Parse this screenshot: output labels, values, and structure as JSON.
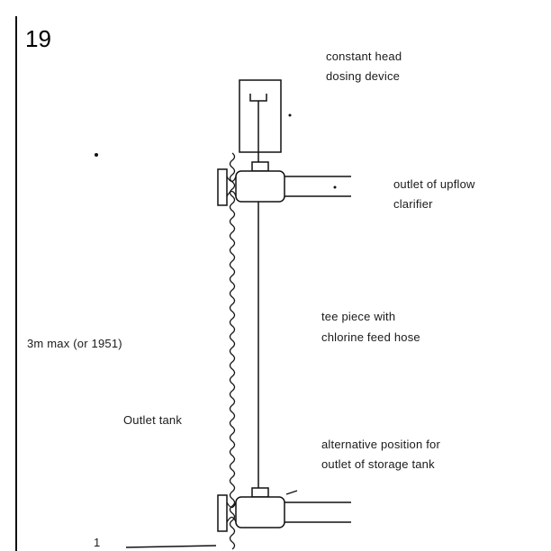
{
  "figure": {
    "number": "19"
  },
  "labels": {
    "dosing_device_line1": "constant head",
    "dosing_device_line2": "dosing device",
    "outlet_line1": "outlet of upflow",
    "outlet_line2": "clarifier",
    "tee_line1": "tee piece with",
    "tee_line2": "chlorine feed hose",
    "volume": "3m max (or 1951)",
    "tank": "Outlet tank",
    "alt_line1": "alternative position for",
    "alt_line2": "outlet of storage tank",
    "bottom_mark": "1"
  },
  "colors": {
    "line": "#111111",
    "background": "#ffffff"
  }
}
